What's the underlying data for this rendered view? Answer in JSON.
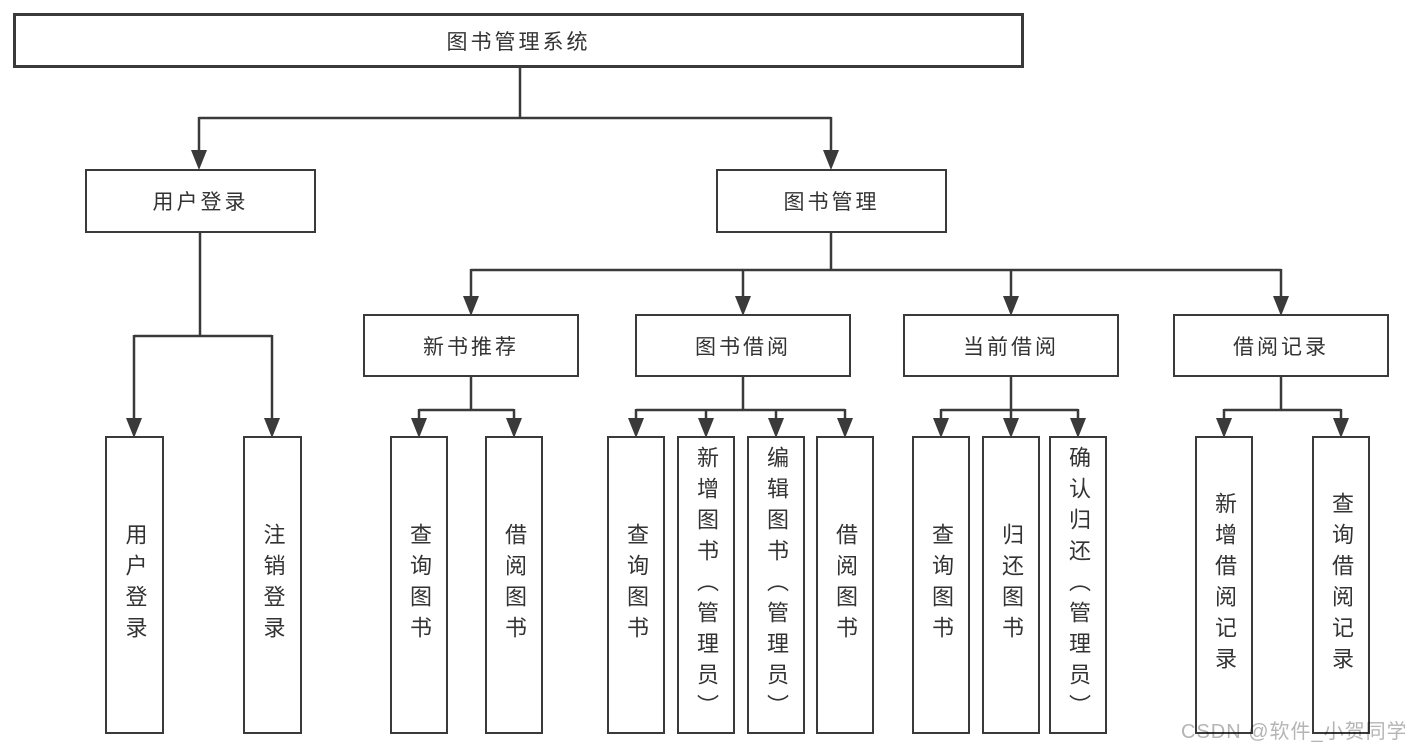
{
  "tree": {
    "root": "图书管理系统",
    "level2": [
      {
        "label": "用户登录",
        "children": [
          "用户登录",
          "注销登录"
        ]
      },
      {
        "label": "图书管理",
        "children": [
          {
            "label": "新书推荐",
            "children": [
              "查询图书",
              "借阅图书"
            ]
          },
          {
            "label": "图书借阅",
            "children": [
              "查询图书",
              "新增图书（管理员）",
              "编辑图书（管理员）",
              "借阅图书"
            ]
          },
          {
            "label": "当前借阅",
            "children": [
              "查询图书",
              "归还图书",
              "确认归还（管理员）"
            ]
          },
          {
            "label": "借阅记录",
            "children": [
              "新增借阅记录",
              "查询借阅记录"
            ]
          }
        ]
      }
    ]
  },
  "watermark": "CSDN @软件_小贺同学",
  "colors": {
    "line": "#3a3a3a",
    "text": "#333333",
    "background": "#ffffff",
    "watermark": "#b5b5b5"
  }
}
